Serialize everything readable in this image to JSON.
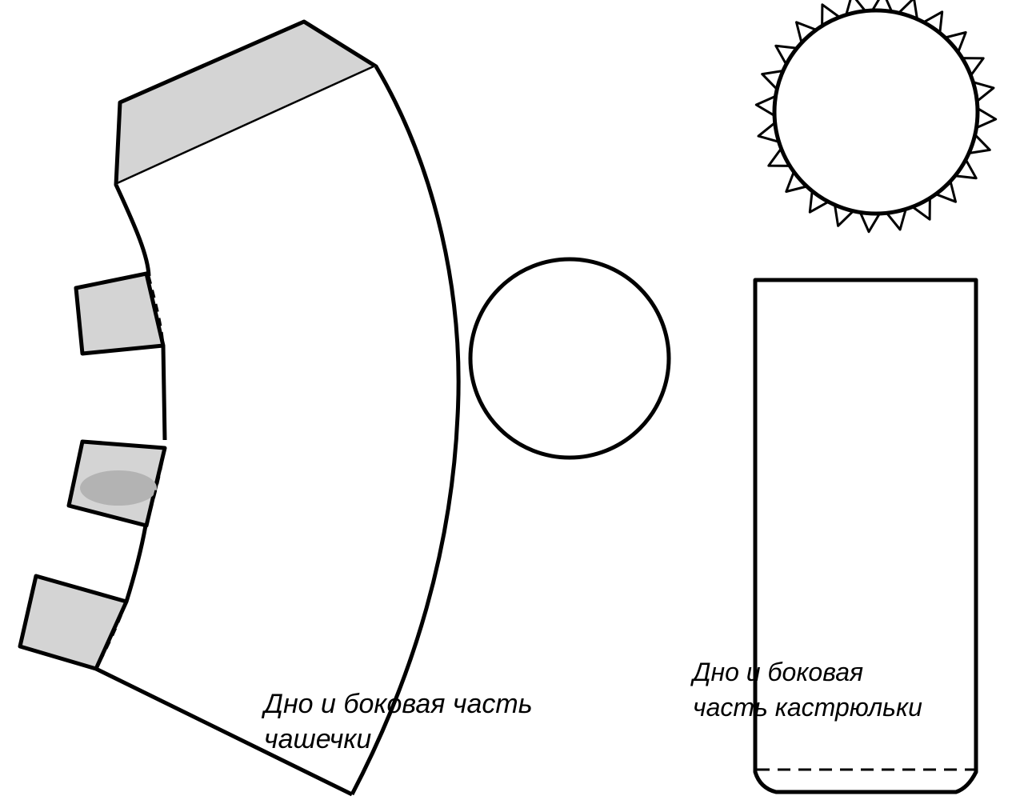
{
  "colors": {
    "outline": "#000000",
    "fill_tab": "#d4d4d4",
    "fill_shade": "#b3b3b3",
    "background": "#ffffff"
  },
  "cup": {
    "caption_line1": "Дно и боковая часть",
    "caption_line2": "чашечки"
  },
  "pot": {
    "caption_line1": "Дно и боковая",
    "caption_line2": "часть кастрюльки"
  }
}
